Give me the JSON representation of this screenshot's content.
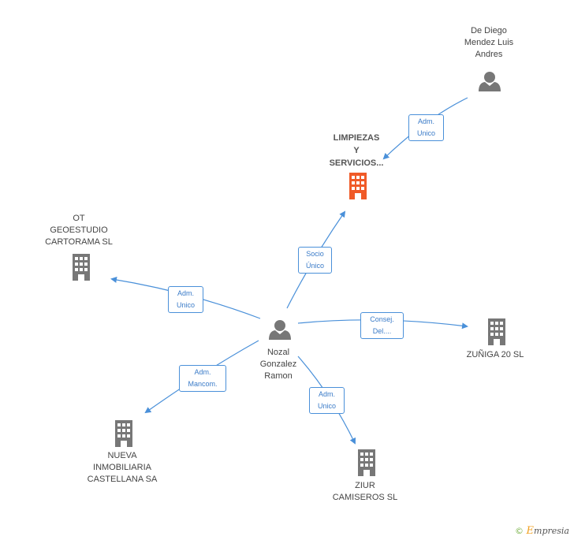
{
  "nodes": {
    "de_diego": {
      "label": "De Diego\nMendez Luis\nAndres",
      "type": "person"
    },
    "limpiezas": {
      "label": "LIMPIEZAS\nY\nSERVICIOS...",
      "type": "company-focus"
    },
    "ot_geoestudio": {
      "label": "OT\nGEOESTUDIO\nCARTORAMA SL",
      "type": "company"
    },
    "nozal": {
      "label": "Nozal\nGonzalez\nRamon",
      "type": "person"
    },
    "zuniga": {
      "label": "ZUÑIGA 20  SL",
      "type": "company"
    },
    "nueva_inmobiliaria": {
      "label": "NUEVA\nINMOBILIARIA\nCASTELLANA SA",
      "type": "company"
    },
    "ziur": {
      "label": "ZIUR\nCAMISEROS  SL",
      "type": "company"
    }
  },
  "roles": {
    "de_diego_limpiezas": "Adm.\nUnico",
    "nozal_limpiezas": "Socio\nÚnico",
    "nozal_ot": "Adm.\nUnico",
    "nozal_zuniga": "Consej.\nDel....",
    "nozal_nueva": "Adm.\nMancom.",
    "nozal_ziur": "Adm.\nUnico"
  },
  "footer": {
    "copyright": "©",
    "brand_initial": "E",
    "brand_rest": "mpresia"
  },
  "colors": {
    "edge": "#4a90d9",
    "company": "#777777",
    "focus_company": "#f05a28",
    "person": "#777777"
  }
}
